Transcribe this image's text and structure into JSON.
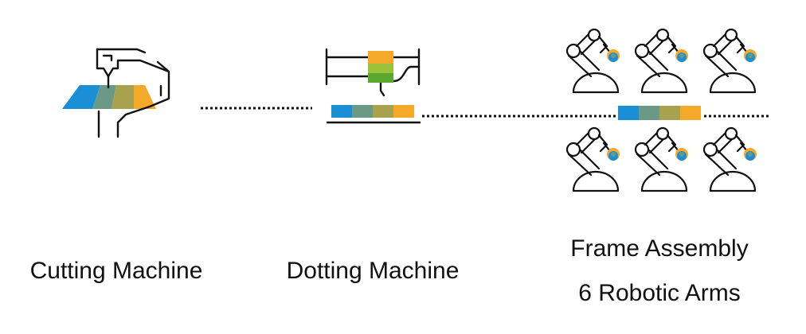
{
  "stations": [
    {
      "name": "Cutting Machine"
    },
    {
      "name": "Dotting Machine"
    },
    {
      "name": "Frame Assembly",
      "detail": "6 Robotic Arms"
    }
  ],
  "icons": {
    "cutting": "cutting-machine-icon",
    "dotting": "dotting-machine-icon",
    "robot": "robotic-arm-icon"
  },
  "colors": {
    "line": "#111111",
    "blue": "#1a8fd6",
    "teal": "#6a9a86",
    "olive": "#a8a24f",
    "orange": "#f4a928",
    "green": "#5aa830",
    "light_green": "#9ac33a"
  }
}
